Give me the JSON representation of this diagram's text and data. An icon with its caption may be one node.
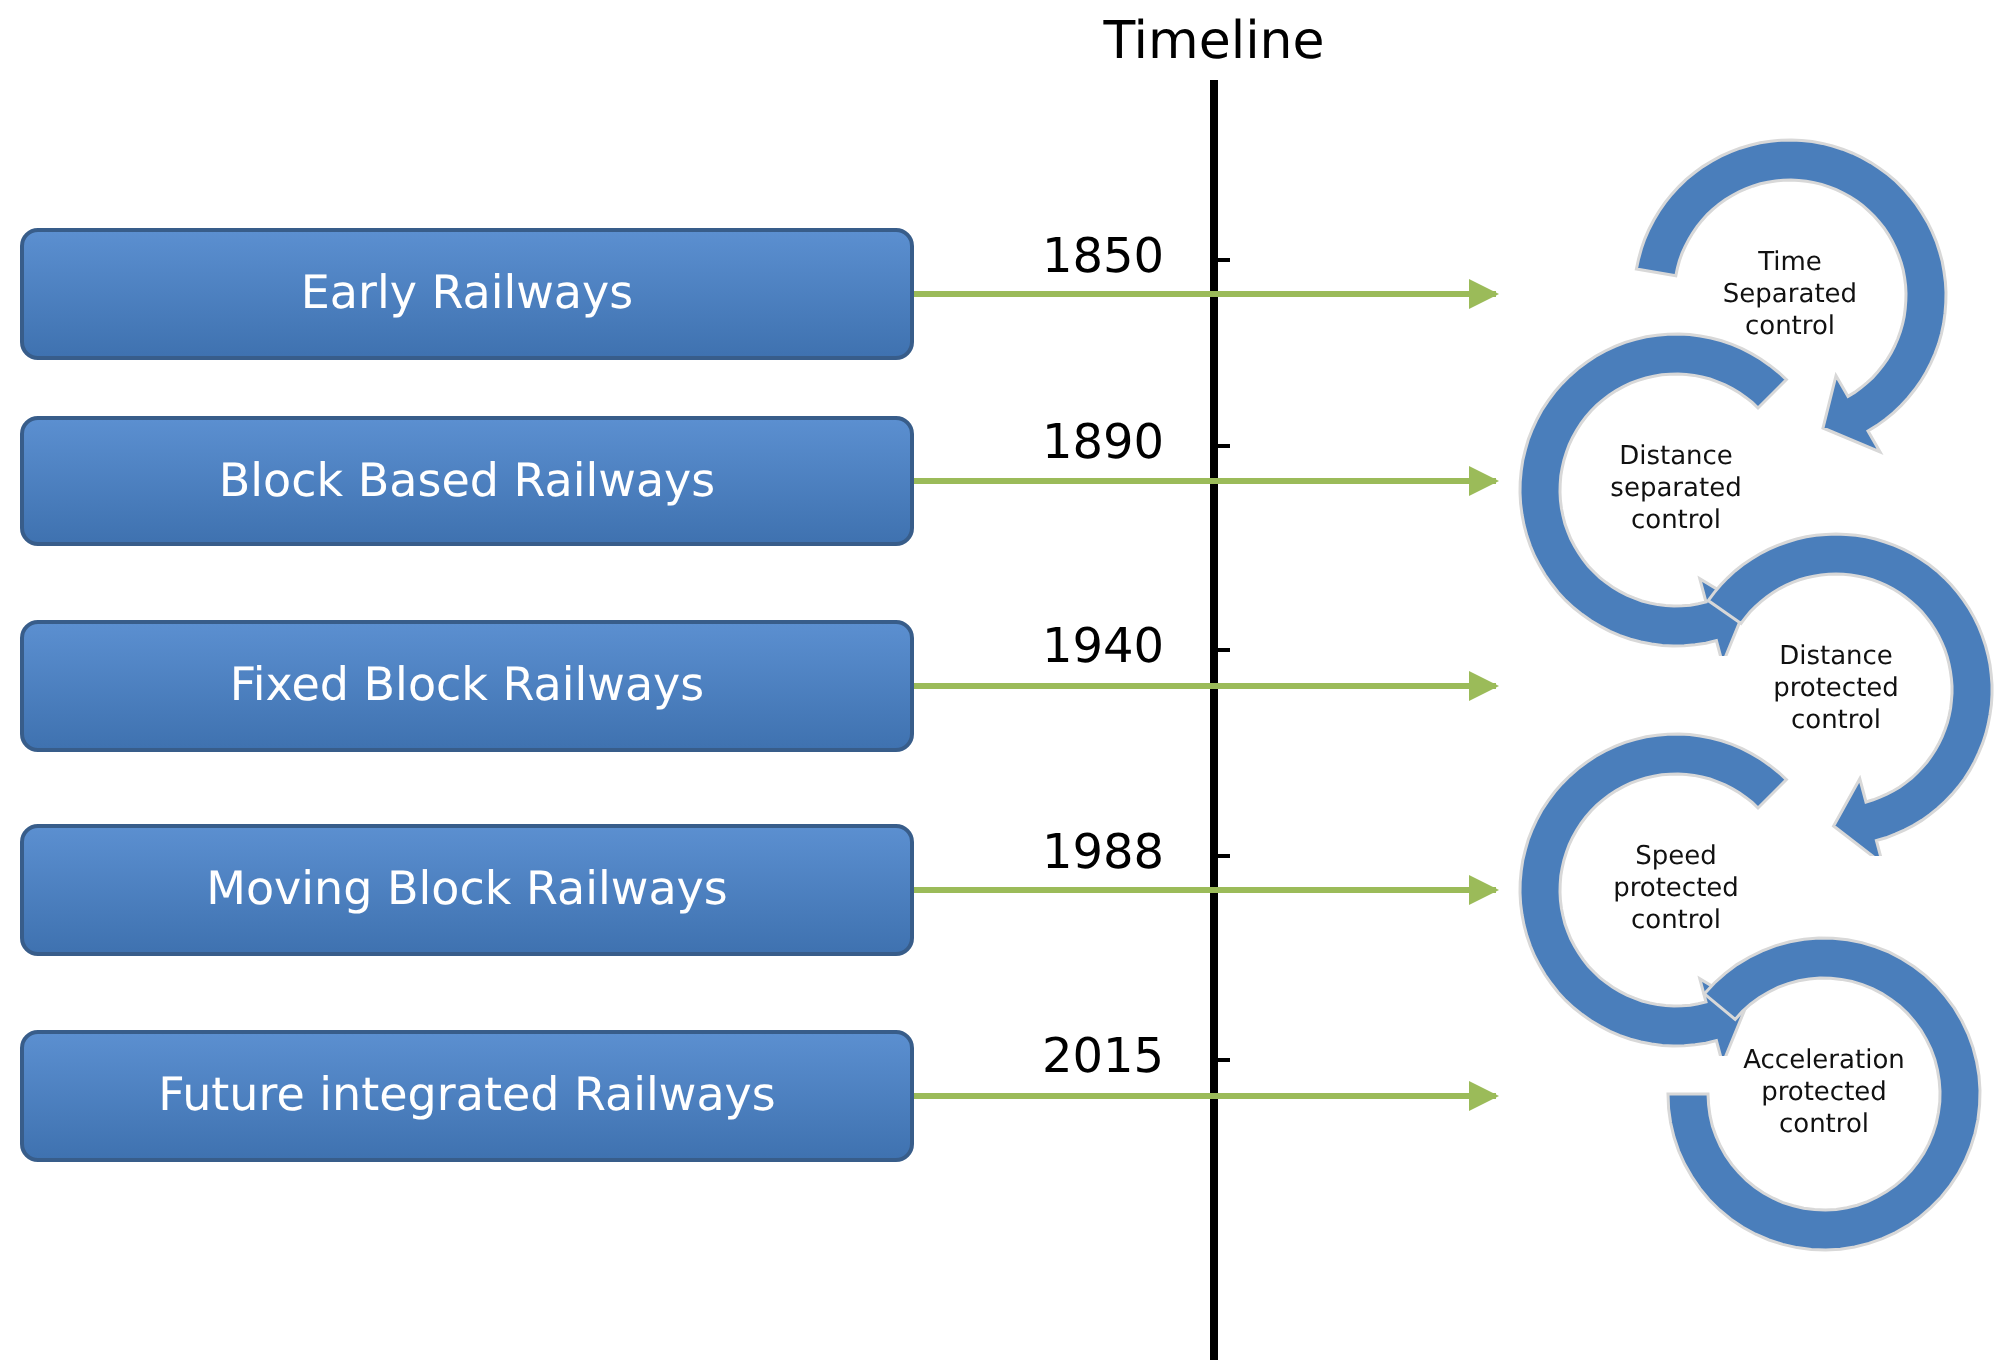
{
  "diagram": {
    "title": "Timeline",
    "nodes": [
      {
        "text": [
          "Early Railways"
        ]
      },
      {
        "text": [
          "Block Based Railways"
        ]
      },
      {
        "text": [
          "Fixed Block Railways"
        ]
      },
      {
        "text": [
          "Moving Block Railways"
        ]
      },
      {
        "text": [
          "Future integrated Railways"
        ]
      },
      {
        "text": [
          "Time Separated control"
        ]
      },
      {
        "text": [
          "Distance separated control"
        ]
      },
      {
        "text": [
          "Distance protected control"
        ]
      },
      {
        "text": [
          "Speed protected control"
        ]
      },
      {
        "text": [
          "Acceleration protected control"
        ]
      }
    ],
    "edges": [
      {
        "from": 0,
        "to": null,
        "arrow": "to"
      },
      {
        "from": 1,
        "to": 6,
        "arrow": "to"
      },
      {
        "from": 2,
        "to": null,
        "arrow": "to"
      },
      {
        "from": 3,
        "to": 8,
        "arrow": "to"
      },
      {
        "from": 4,
        "to": null,
        "arrow": "to"
      }
    ],
    "labels": [
      "1850",
      "1890",
      "1940",
      "1988",
      "2015"
    ]
  }
}
